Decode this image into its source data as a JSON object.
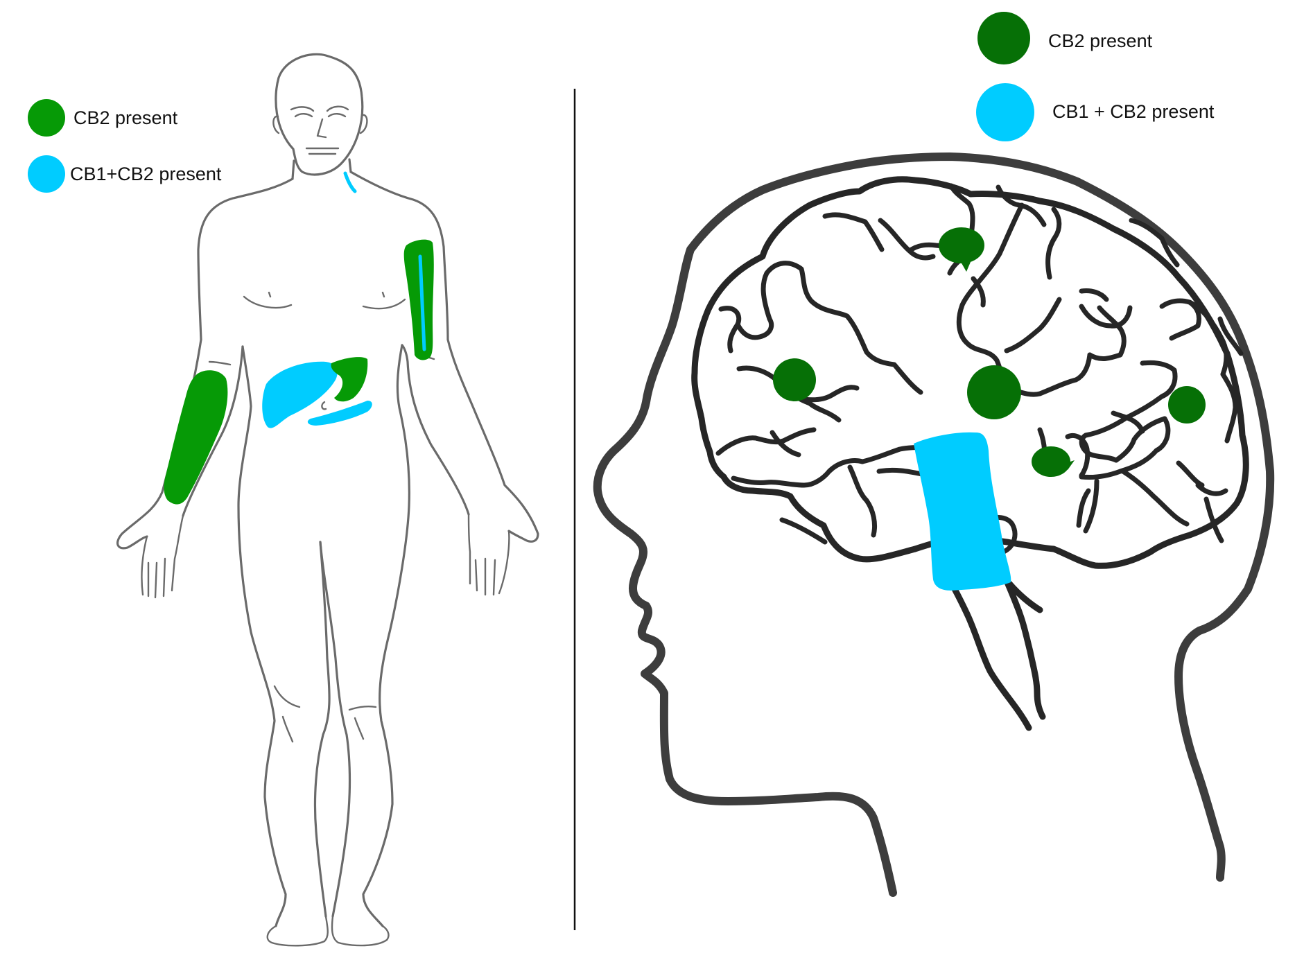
{
  "colors": {
    "cb2_body": "#069a06",
    "cb2_brain": "#067006",
    "cb1_cb2": "#00ccff",
    "body_outline": "#6a6a6a",
    "head_outline": "#3d3d3d",
    "brain_outline": "#262626",
    "divider": "#111111"
  },
  "body_panel": {
    "legend": {
      "cb2_label": "CB2 present",
      "cb1_cb2_label": "CB1+CB2 present"
    }
  },
  "brain_panel": {
    "legend": {
      "cb2_label": "CB2 present",
      "cb1_cb2_label": "CB1 + CB2 present"
    }
  }
}
